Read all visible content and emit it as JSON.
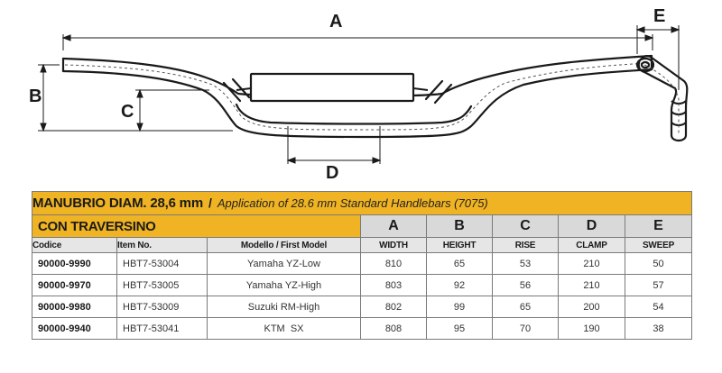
{
  "drawing": {
    "labels": {
      "a": "A",
      "b": "B",
      "c": "C",
      "d": "D",
      "e": "E"
    }
  },
  "table": {
    "title_main": "MANUBRIO DIAM. 28,6 mm",
    "title_separator": "/",
    "title_sub": "Application of 28.6 mm Standard Handlebars (7075)",
    "section_label": "CON TRAVERSINO",
    "dimension_letters": [
      "A",
      "B",
      "C",
      "D",
      "E"
    ],
    "headers": [
      "Codice",
      "Item No.",
      "Modello / First Model",
      "WIDTH",
      "HEIGHT",
      "RISE",
      "CLAMP",
      "SWEEP"
    ],
    "rows": [
      {
        "code": "90000-9990",
        "item": "HBT7-53004",
        "model": "Yamaha YZ-Low",
        "width": "810",
        "height": "65",
        "rise": "53",
        "clamp": "210",
        "sweep": "50"
      },
      {
        "code": "90000-9970",
        "item": "HBT7-53005",
        "model": "Yamaha YZ-High",
        "width": "803",
        "height": "92",
        "rise": "56",
        "clamp": "210",
        "sweep": "57"
      },
      {
        "code": "90000-9980",
        "item": "HBT7-53009",
        "model": "Suzuki RM-High",
        "width": "802",
        "height": "99",
        "rise": "65",
        "clamp": "200",
        "sweep": "54"
      },
      {
        "code": "90000-9940",
        "item": "HBT7-53041",
        "model": "KTM  SX",
        "width": "808",
        "height": "95",
        "rise": "70",
        "clamp": "190",
        "sweep": "38"
      }
    ]
  }
}
